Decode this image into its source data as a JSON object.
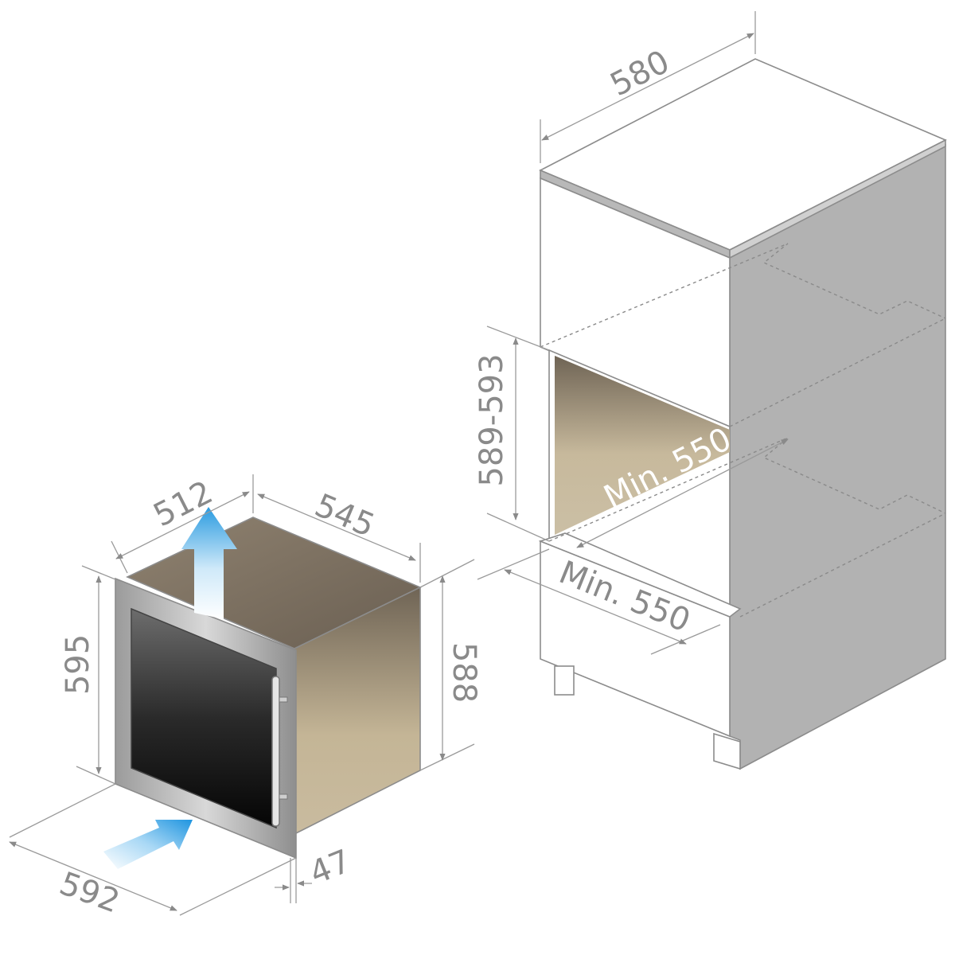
{
  "colors": {
    "niche_shade": "#c6b89c",
    "cabinet_side": "#b2b2b2",
    "airflow_arrow": "#2f9fe0",
    "door_glass": "#111111",
    "dimension_text": "#8a8a8a"
  },
  "unit_dimensions": {
    "top_depth_left": "512",
    "top_depth_right": "545",
    "front_height": "595",
    "side_height": "588",
    "front_width": "592",
    "door_thickness": "47"
  },
  "cabinet_dimensions": {
    "top_width": "580",
    "niche_height": "589-593",
    "niche_depth_min": "Min. 550",
    "niche_width_min": "Min. 550"
  },
  "icons": {
    "top_arrow": "airflow-out-arrow-icon",
    "front_arrow": "airflow-in-arrow-icon"
  }
}
